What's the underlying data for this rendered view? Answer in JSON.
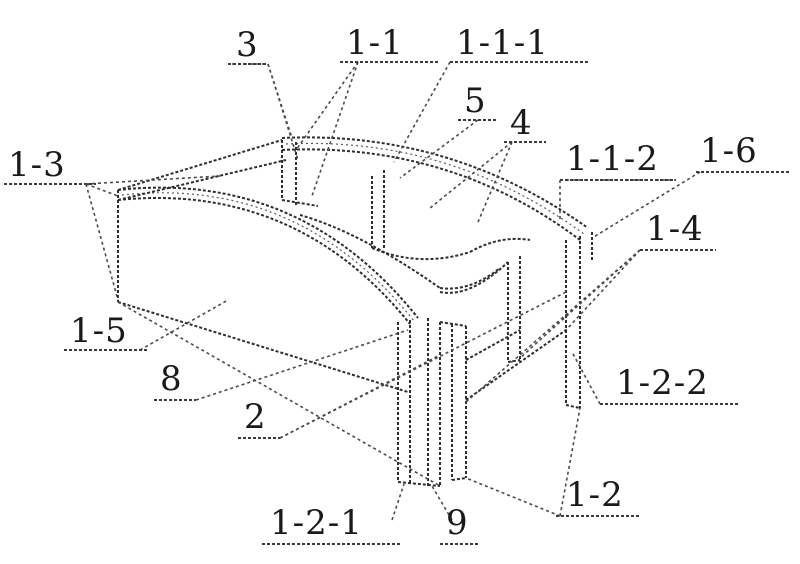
{
  "labels": {
    "l_3": "3",
    "l_1_1": "1-1",
    "l_1_1_1": "1-1-1",
    "l_5": "5",
    "l_4": "4",
    "l_1_3": "1-3",
    "l_1_1_2": "1-1-2",
    "l_1_6": "1-6",
    "l_1_4": "1-4",
    "l_1_5": "1-5",
    "l_8": "8",
    "l_2": "2",
    "l_1_2_2": "1-2-2",
    "l_1_2": "1-2",
    "l_1_2_1": "1-2-1",
    "l_9": "9"
  },
  "colors": {
    "line": "#2e2e2e",
    "background": "#ffffff"
  }
}
